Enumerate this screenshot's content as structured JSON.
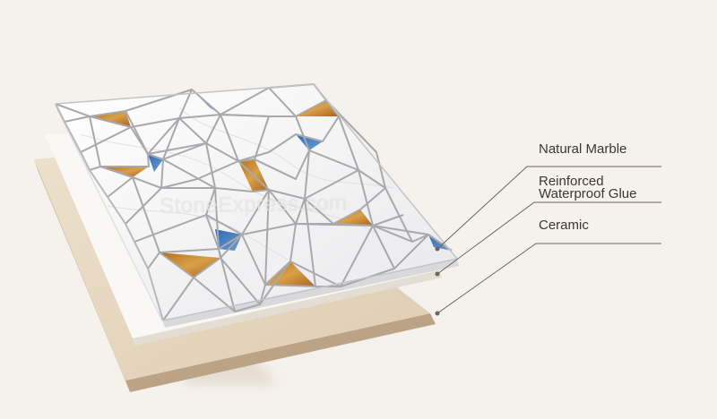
{
  "labels": {
    "marble": "Natural Marble",
    "glue_line1": "Reinforced",
    "glue_line2": "Waterproof Glue",
    "ceramic": "Ceramic"
  },
  "watermark": "StoneExpress.com",
  "colors": {
    "background": "#f5f1ec",
    "ceramic": "#e6d6bf",
    "glue": "#f8f5f1",
    "marble": "#f9f9f9",
    "grout": "#a9a9ad",
    "blue_tile": "#3f7ec1",
    "amber_tile": "#c98a2e",
    "leader_line": "#6d6460"
  }
}
